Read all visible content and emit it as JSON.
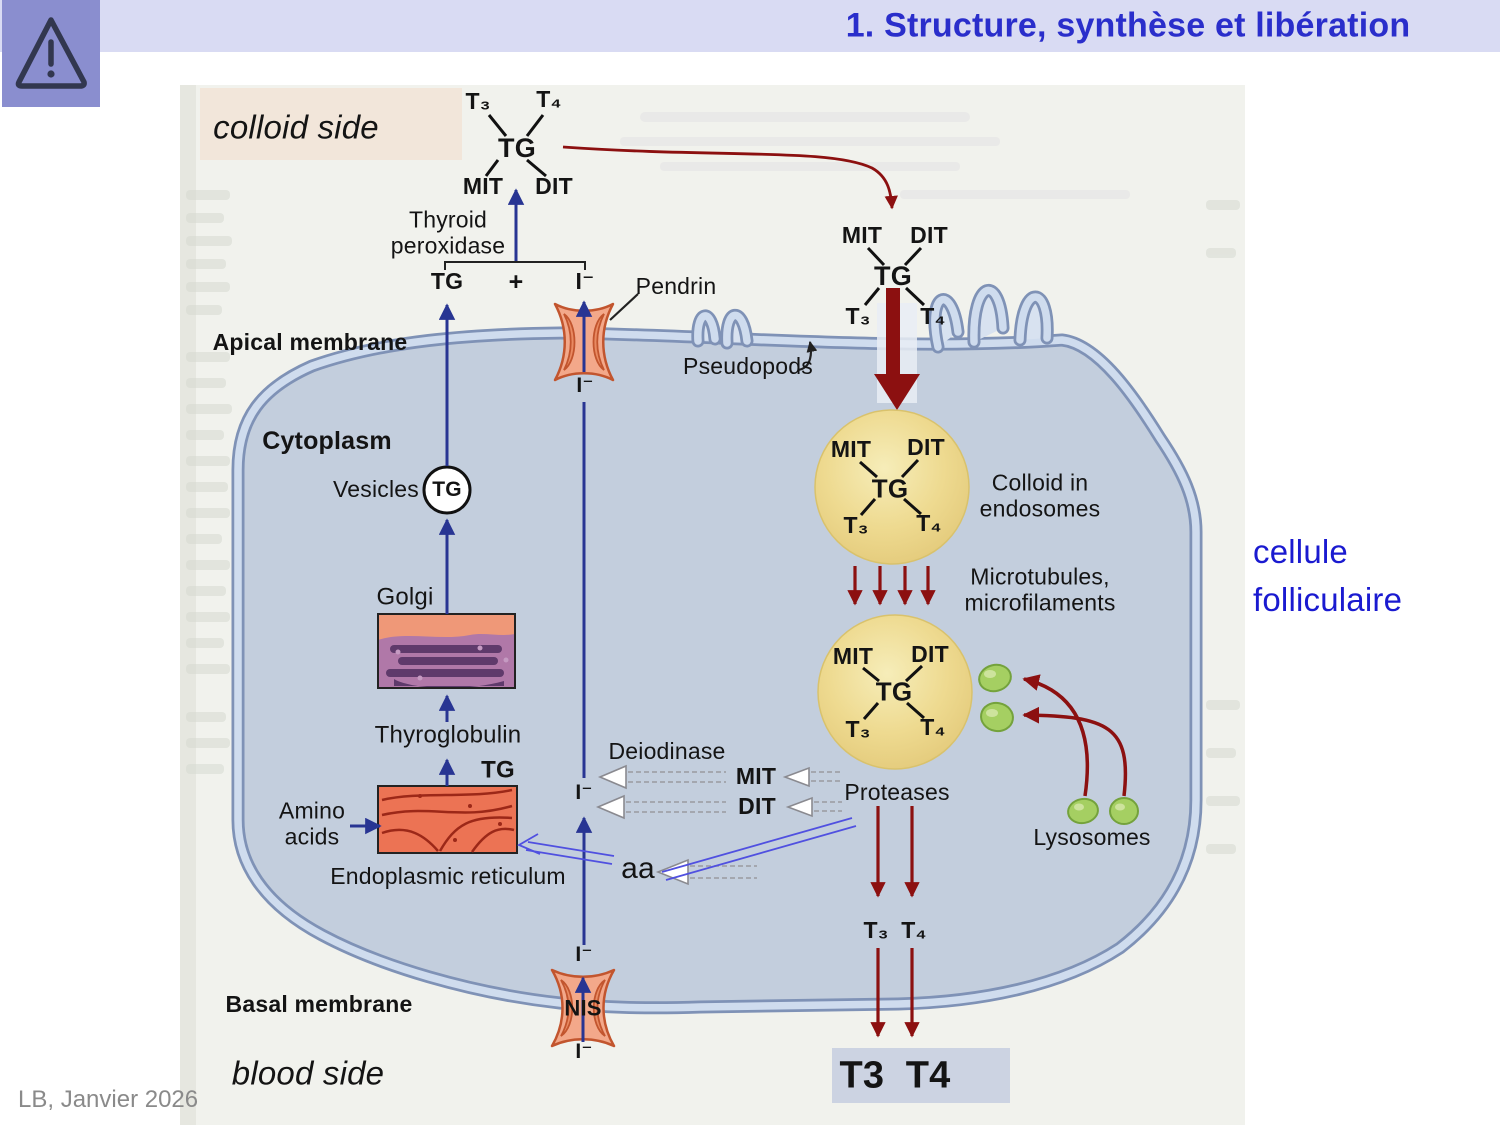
{
  "header": {
    "title": "1. Structure, synthèse et libération"
  },
  "slide": {
    "colloid_side": "colloid side",
    "blood_side": "blood side",
    "cell_label": "cellule\nfolliculaire",
    "footer": "LB, Janvier 2026",
    "aa_note": "aa",
    "released_hormones": "T3  T4"
  },
  "molecules": {
    "t3": "T₃",
    "t4": "T₄",
    "tg": "TG",
    "mit": "MIT",
    "dit": "DIT",
    "iodide": "I⁻",
    "plus": "+",
    "nis": "NIS"
  },
  "labels": {
    "apical_membrane": "Apical membrane",
    "basal_membrane": "Basal membrane",
    "cytoplasm": "Cytoplasm",
    "vesicles": "Vesicles",
    "golgi": "Golgi",
    "thyroglobulin": "Thyroglobulin",
    "amino_acids": "Amino\nacids",
    "endoplasmic_reticulum": "Endoplasmic reticulum",
    "thyroid_peroxidase": "Thyroid\nperoxidase",
    "pendrin": "Pendrin",
    "pseudopods": "Pseudopods",
    "deiodinase": "Deiodinase",
    "proteases": "Proteases",
    "colloid_in_endosomes": "Colloid in\nendosomes",
    "microtubules": "Microtubules,\nmicrofilaments",
    "lysosomes": "Lysosomes"
  },
  "colors": {
    "title_blue": "#2a2ecb",
    "annotation_blue": "#1a1ad0",
    "dark_red": "#8c1010",
    "navy": "#283593",
    "cell_fill": "#c3cedd",
    "membrane_band": "#cfdcee",
    "membrane_edge": "#7f92b6",
    "endosome_yellow": "#ecd98c",
    "lysosome_green": "#a5cf62",
    "er_red": "#ec7354",
    "golgi_purple": "#b078a8",
    "channel_orange": "#f3a88a",
    "warning_purple": "#8a8ecf",
    "header_bar": "#d9dbf3"
  }
}
